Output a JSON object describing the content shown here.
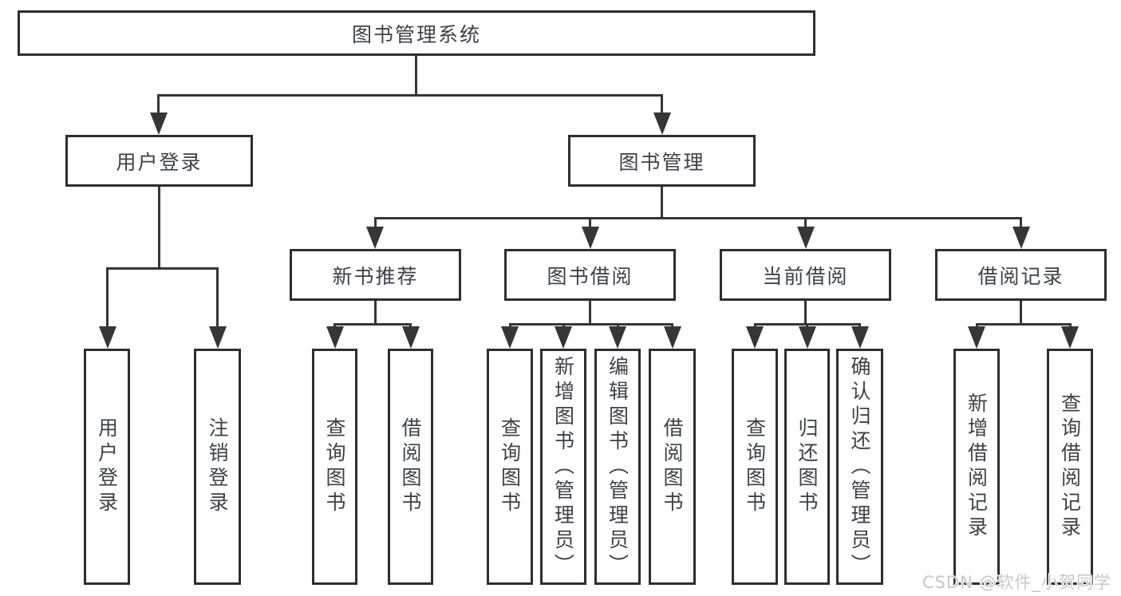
{
  "diagram": {
    "title": "图书管理系统",
    "root": "图书管理系统",
    "branches": [
      {
        "label": "用户登录",
        "children": [
          "用户登录",
          "注销登录"
        ]
      },
      {
        "label": "图书管理",
        "sub_branches": [
          {
            "label": "新书推荐",
            "children": [
              "查询图书",
              "借阅图书"
            ]
          },
          {
            "label": "图书借阅",
            "children": [
              "查询图书",
              "新增图书（管理员）",
              "编辑图书（管理员）",
              "借阅图书"
            ]
          },
          {
            "label": "当前借阅",
            "children": [
              "查询图书",
              "归还图书",
              "确认归还（管理员）"
            ]
          },
          {
            "label": "借阅记录",
            "children": [
              "新增借阅记录",
              "查询借阅记录"
            ]
          }
        ]
      }
    ]
  },
  "watermark": "CSDN @软件_小贺同学",
  "colors": {
    "line": "#363636",
    "box_border": "#2e2e2e",
    "text": "#3d4148",
    "watermark_text": "#c8c8c8",
    "background": "#ffffff"
  }
}
